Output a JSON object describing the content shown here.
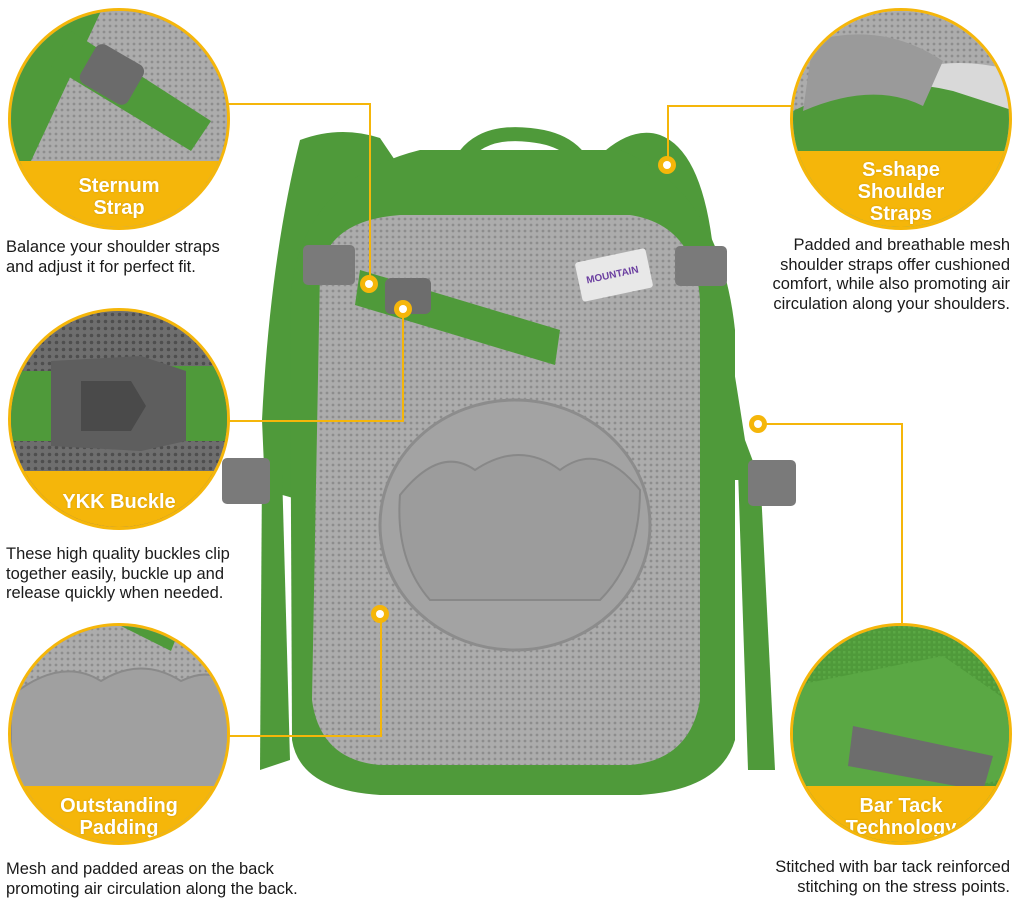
{
  "features": {
    "sternum": {
      "title_line1": "Sternum",
      "title_line2": "Strap",
      "desc_line1": "Balance your shoulder straps",
      "desc_line2": "and adjust it for perfect fit."
    },
    "buckle": {
      "title_line1": "YKK Buckle",
      "desc_line1": "These high quality buckles clip",
      "desc_line2": "together easily, buckle up and",
      "desc_line3": "release quickly when needed."
    },
    "padding": {
      "title_line1": "Outstanding",
      "title_line2": "Padding",
      "desc_line1": "Mesh and padded areas on the back",
      "desc_line2": "promoting air circulation along the back."
    },
    "shoulder": {
      "title_line1": "S-shape",
      "title_line2": "Shoulder",
      "title_line3": "Straps",
      "desc_line1": "Padded and breathable mesh",
      "desc_line2": "shoulder straps offer cushioned",
      "desc_line3": "comfort, while also promoting air",
      "desc_line4": "circulation along your shoulders."
    },
    "bartack": {
      "title_line1": "Bar Tack",
      "title_line2": "Technology",
      "desc_line1": "Stitched with bar tack reinforced",
      "desc_line2": "stitching on the stress points."
    }
  },
  "brand_tag": "MOUNTAIN",
  "colors": {
    "accent": "#f5b60a",
    "backpack_green": "#4f9a3a",
    "mesh_gray": "#a9a9a9"
  }
}
